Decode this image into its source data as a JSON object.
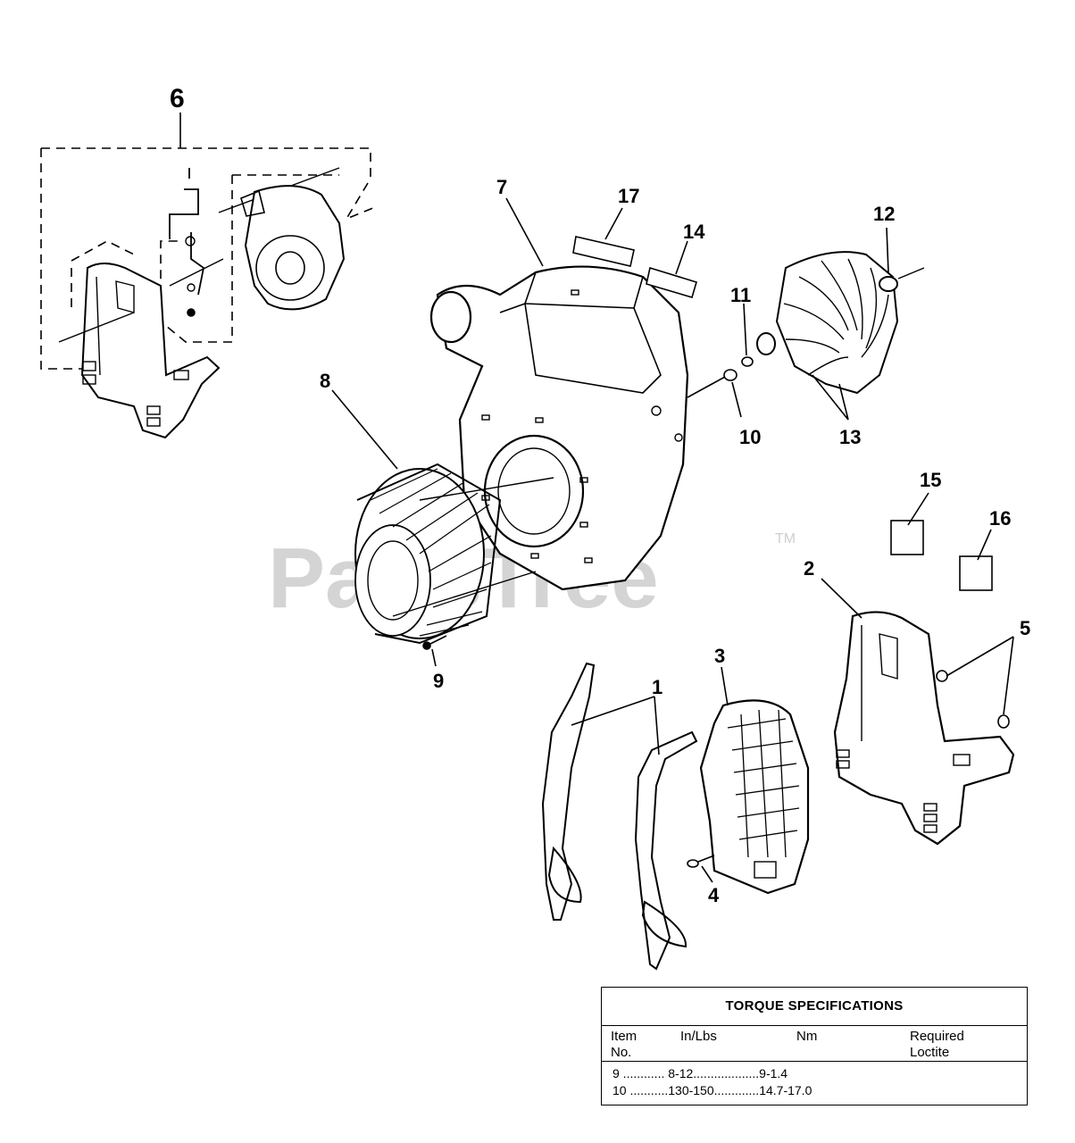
{
  "watermark": {
    "text": "PartsTree",
    "tm": "TM"
  },
  "callouts": {
    "c1": "1",
    "c2": "2",
    "c3": "3",
    "c4": "4",
    "c5": "5",
    "c6": "6",
    "c7": "7",
    "c8": "8",
    "c9": "9",
    "c10": "10",
    "c11": "11",
    "c12": "12",
    "c13": "13",
    "c14": "14",
    "c15": "15",
    "c16": "16",
    "c17": "17"
  },
  "torque_table": {
    "title": "TORQUE SPECIFICATIONS",
    "headers": {
      "item_line1": "Item",
      "item_line2": "No.",
      "inlbs": "In/Lbs",
      "nm": "Nm",
      "loctite_line1": "Required",
      "loctite_line2": "Loctite"
    },
    "rows": [
      "9 ............ 8-12...................9-1.4",
      "10 ...........130-150.............14.7-17.0"
    ]
  }
}
